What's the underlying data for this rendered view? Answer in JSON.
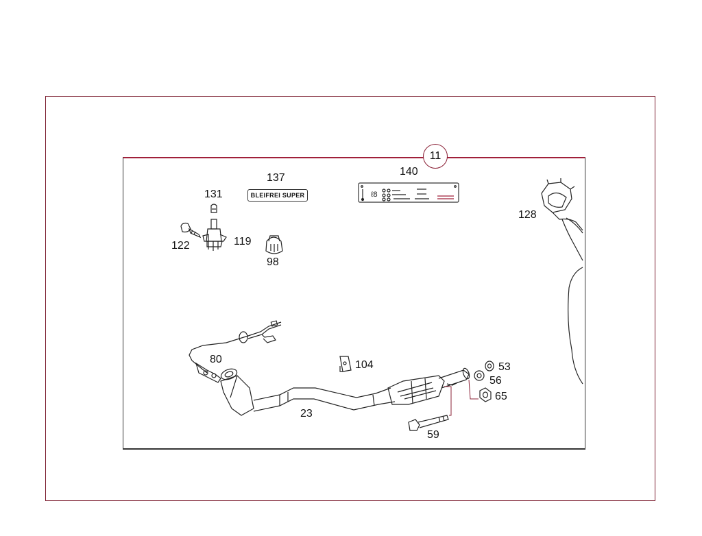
{
  "diagram": {
    "group_number": "11",
    "fuel_label_text": "BLEIFREI SUPER",
    "callouts": {
      "p137": "137",
      "p140": "140",
      "p131": "131",
      "p122": "122",
      "p119": "119",
      "p98": "98",
      "p128": "128",
      "p80": "80",
      "p104": "104",
      "p53": "53",
      "p56": "56",
      "p65": "65",
      "p23": "23",
      "p59": "59"
    }
  },
  "colors": {
    "frame_accent": "#8a2036",
    "line": "#222222"
  }
}
